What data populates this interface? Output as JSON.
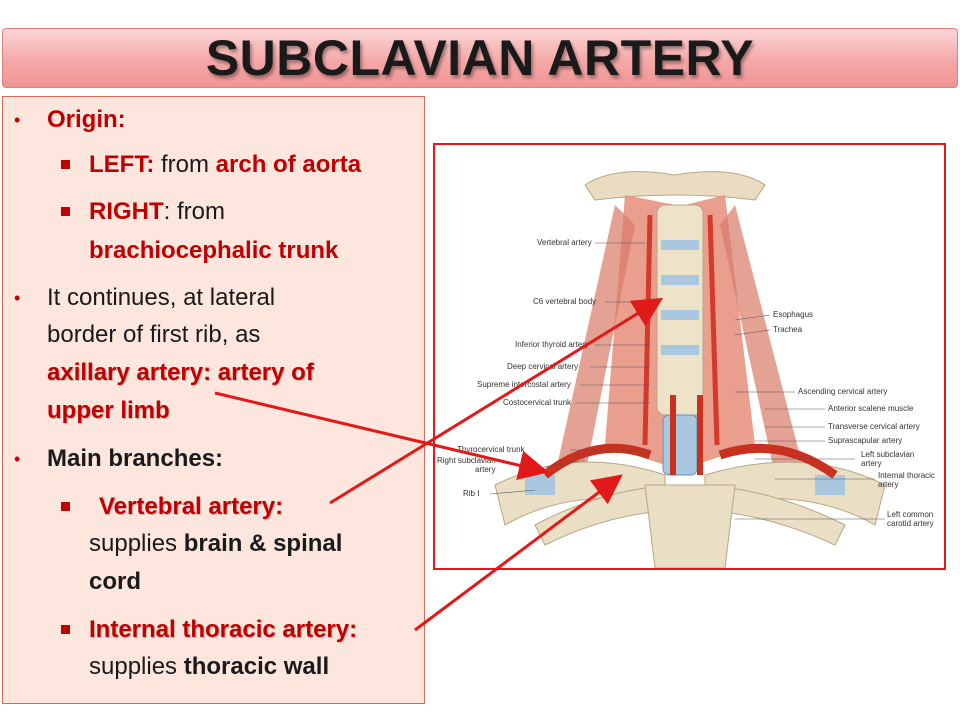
{
  "title": "SUBCLAVIAN ARTERY",
  "origin": {
    "heading": "Origin:",
    "left_label": "LEFT:",
    "left_from": "from",
    "left_source": "arch of aorta",
    "right_label": "RIGHT",
    "right_from": ": from",
    "right_source": "brachiocephalic trunk"
  },
  "continuation": {
    "line1": "It continues, at lateral",
    "line2": "border of first rib, as",
    "highlight1": "axillary artery: artery of",
    "highlight2": "upper limb"
  },
  "branches": {
    "heading": "Main branches:",
    "vertebral_label": "Vertebral artery:",
    "vertebral_supplies": "supplies",
    "vertebral_target1": "brain & spinal",
    "vertebral_target2": "cord",
    "thoracic_label": "Internal thoracic artery:",
    "thoracic_supplies": "supplies",
    "thoracic_target": "thoracic wall"
  },
  "figure_labels": {
    "vertebral_artery": "Vertebral artery",
    "c6_vertebral_body": "C6 vertebral body",
    "inferior_thyroid_artery": "Inferior thyroid artery",
    "deep_cervical_artery": "Deep cervical artery",
    "supreme_intercostal_artery": "Supreme intercostal artery",
    "costocervical_trunk": "Costocervical trunk",
    "thyrocervical_trunk": "Thyrocervical trunk",
    "right_subclavian_artery_1": "Right subclavian",
    "right_subclavian_artery_2": "artery",
    "rib_i": "Rib I",
    "esophagus": "Esophagus",
    "trachea": "Trachea",
    "ascending_cervical_artery": "Ascending cervical artery",
    "anterior_scalene_muscle": "Anterior scalene muscle",
    "transverse_cervical_artery": "Transverse cervical artery",
    "suprascapular_artery": "Suprascapular artery",
    "left_subclavian_artery_1": "Left subclavian",
    "left_subclavian_artery_2": "artery",
    "internal_thoracic_artery_1": "Internal thoracic",
    "internal_thoracic_artery_2": "artery",
    "left_common_carotid_artery_1": "Left common",
    "left_common_carotid_artery_2": "carotid artery"
  },
  "colors": {
    "accent_red": "#c00000",
    "arrow_red": "#e11919",
    "panel_bg": "#fce6de",
    "title_bg": "#f5a8a8"
  }
}
